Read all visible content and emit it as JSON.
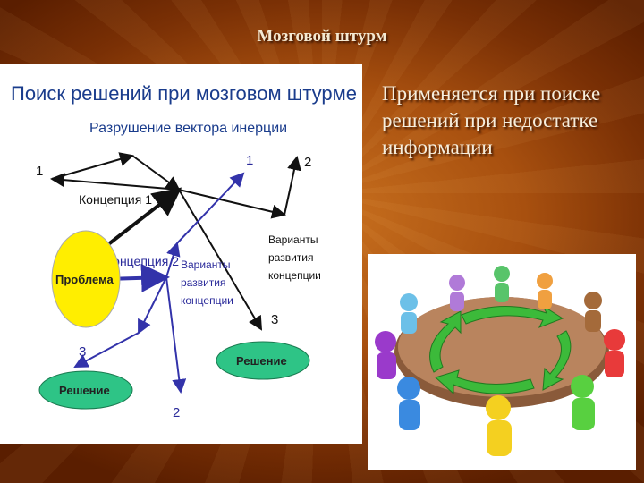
{
  "slide": {
    "title": "Мозговой штурм",
    "body_text": "Применяется при поиске решений при недостатке информации"
  },
  "diagram": {
    "heading": "Поиск решений при мозговом штурме",
    "subheading": "Разрушение вектора инерции",
    "concept1": "Концепция 1",
    "concept2": "Концепция 2",
    "problem": "Проблема",
    "solution_left": "Решение",
    "solution_right": "Решение",
    "variants_right": [
      "Варианты",
      "развития",
      "концепции"
    ],
    "variants_mid": [
      "Варианты",
      "развития",
      "концепции"
    ],
    "num_1_left": "1",
    "num_1_top": "1",
    "num_2_top": "2",
    "num_3_right": "3",
    "num_3_left": "3",
    "num_2_bottom": "2"
  },
  "colors": {
    "background": "#a8500f",
    "problem_fill": "#ffee00",
    "solution_fill": "#2ec486",
    "blue_arrows": "#3333aa",
    "black_arrows": "#111111"
  },
  "icons": [
    "round-table-people-illustration"
  ]
}
